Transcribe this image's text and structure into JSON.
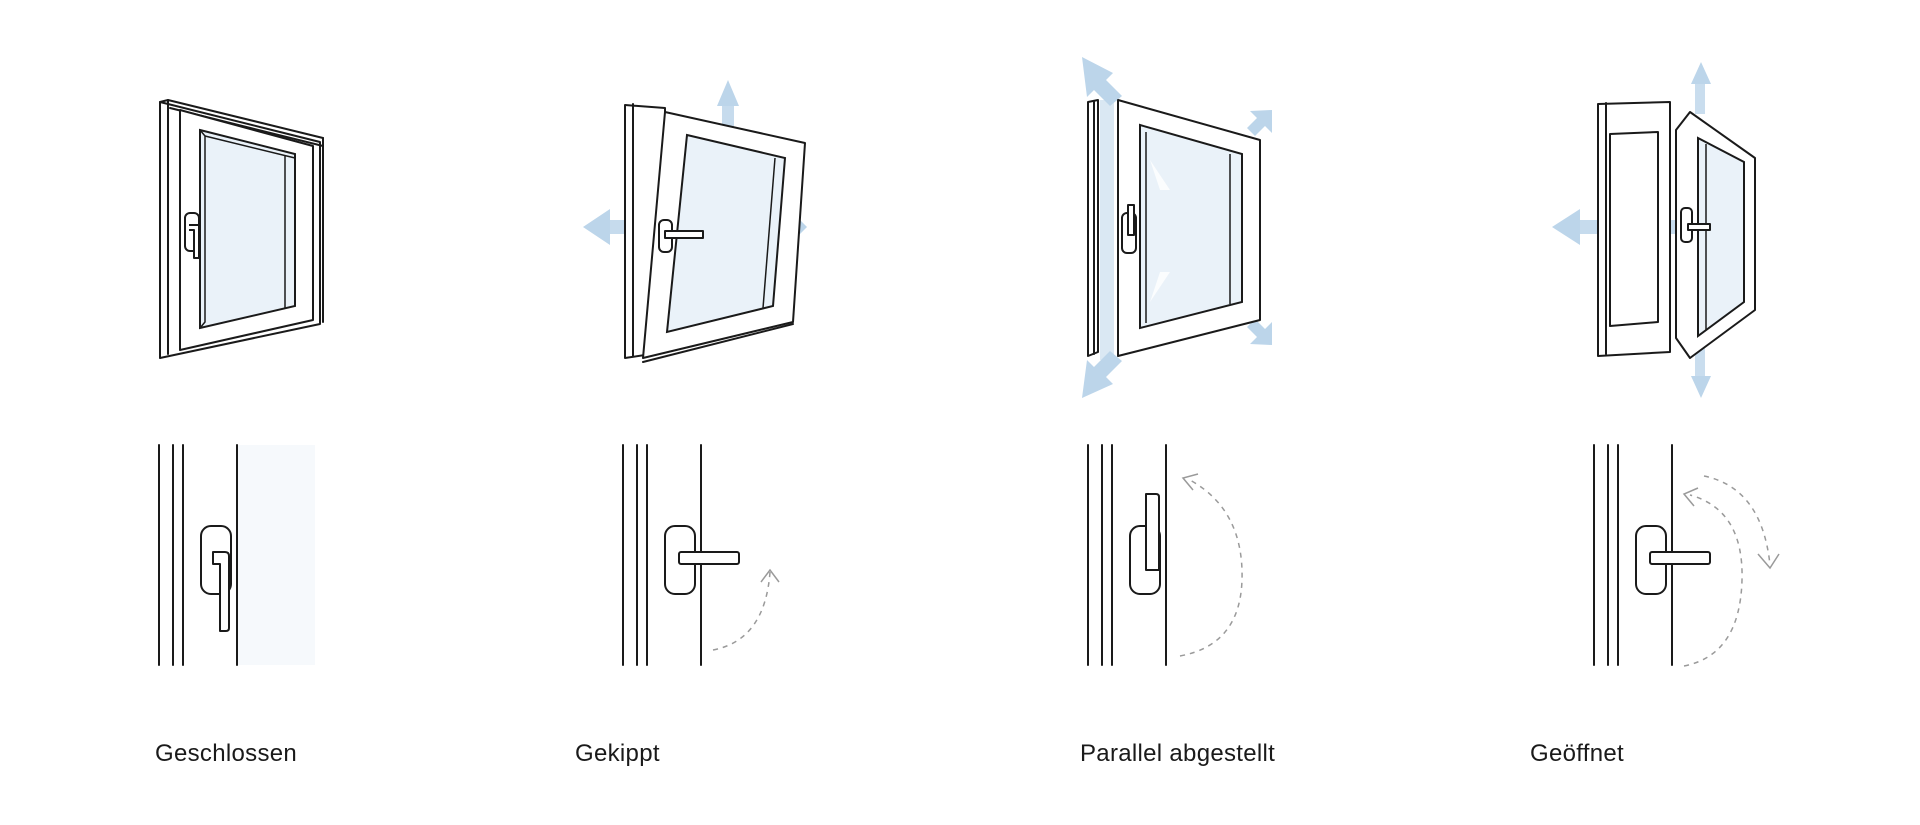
{
  "colors": {
    "line": "#1a1a1a",
    "glass": "#eaf2f9",
    "glass_edge": "#d7e6f2",
    "airflow_arrow": "#bcd5ea",
    "motion_arc": "#9a9a9a"
  },
  "states": [
    {
      "label": "Geschlossen",
      "window_icon": "closed-window-icon",
      "handle_icon": "handle-down-icon"
    },
    {
      "label": "Gekippt",
      "window_icon": "tilted-window-icon",
      "handle_icon": "handle-horizontal-icon"
    },
    {
      "label": "Parallel abgestellt",
      "window_icon": "parallel-vented-window-icon",
      "handle_icon": "handle-up-icon"
    },
    {
      "label": "Geöffnet",
      "window_icon": "open-window-icon",
      "handle_icon": "handle-horizontal-icon"
    }
  ]
}
